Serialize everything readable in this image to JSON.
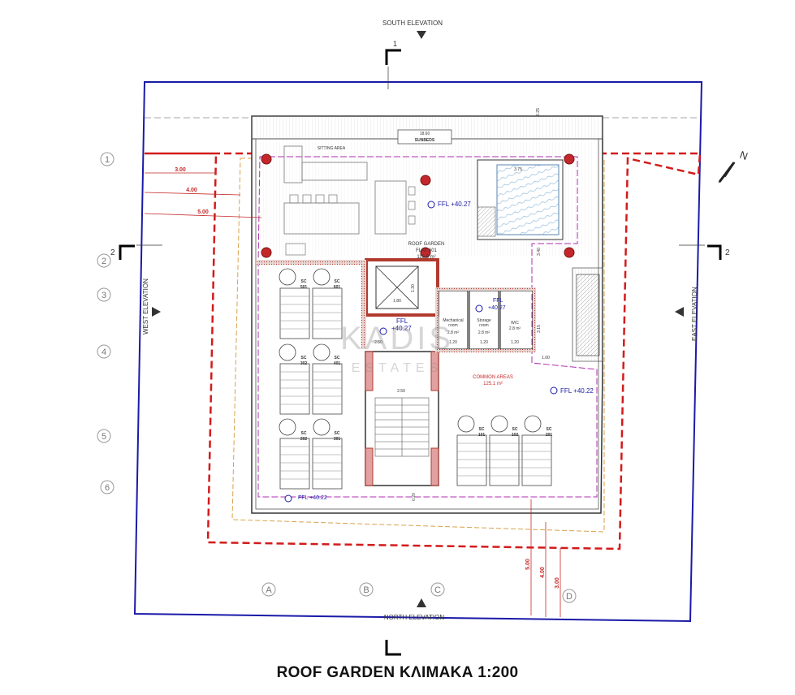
{
  "title": "ROOF GARDEN ΚΛΙΜΑΚΑ 1:200",
  "elevations": {
    "south": "SOUTH ELEVATION",
    "north": "NORTH ELEVATION",
    "west": "WEST ELEVATION",
    "east": "EAST ELEVATION"
  },
  "north_arrow": "N",
  "section_marks": {
    "one": "1",
    "two": "2"
  },
  "grid_rows": [
    "1",
    "2",
    "3",
    "4",
    "5",
    "6"
  ],
  "grid_cols": [
    "A",
    "B",
    "C",
    "D"
  ],
  "setback_dims": [
    "3.00",
    "4.00",
    "5.00"
  ],
  "rooms": {
    "sitting_area": "SITTING AREA",
    "sunbeds": "SUNBEDS",
    "sunbeds_dim": "18.60",
    "roof_garden": "ROOF GARDEN",
    "flat": "FLAT 601",
    "roof_area": "115.8 m²",
    "mechanical": "Mechanical",
    "mechanical2": "room",
    "mechanical_area": "2.8 m²",
    "storage": "Storage",
    "storage2": "room",
    "storage_area": "2.8 m²",
    "wc": "W/C",
    "wc_area": "2.8 m²",
    "common": "COMMON AREAS",
    "common_area": "125.1 m²"
  },
  "levels": {
    "ffl": "FFL",
    "ffl_roof": "FFL +40.27",
    "ffl_mech": "+40.27",
    "ffl_stair": "+40.27",
    "ffl_common": "FFL +40.22",
    "ffl_bottom": "FFL +40.22"
  },
  "interior_dims": [
    "3.75",
    "0.25",
    "3.40",
    "3.15",
    "1.00",
    "1.80",
    "1.30",
    "2.50",
    "2.50",
    "1.20",
    "1.20",
    "1.20",
    "0.20"
  ],
  "solar_units": [
    "SC",
    "501",
    "SC",
    "601",
    "SC",
    "302",
    "SC",
    "401",
    "SC",
    "202",
    "SC",
    "301",
    "SC",
    "101",
    "SC",
    "102",
    "SC",
    "201"
  ],
  "watermark": {
    "line1": "KADIS",
    "line2": "ESTATES"
  },
  "colors": {
    "outline": "#1a1aa8",
    "setback": "#d31b1b",
    "purple": "#b02fb0",
    "orange": "#d8a24a",
    "wall": "#b23a2f"
  }
}
